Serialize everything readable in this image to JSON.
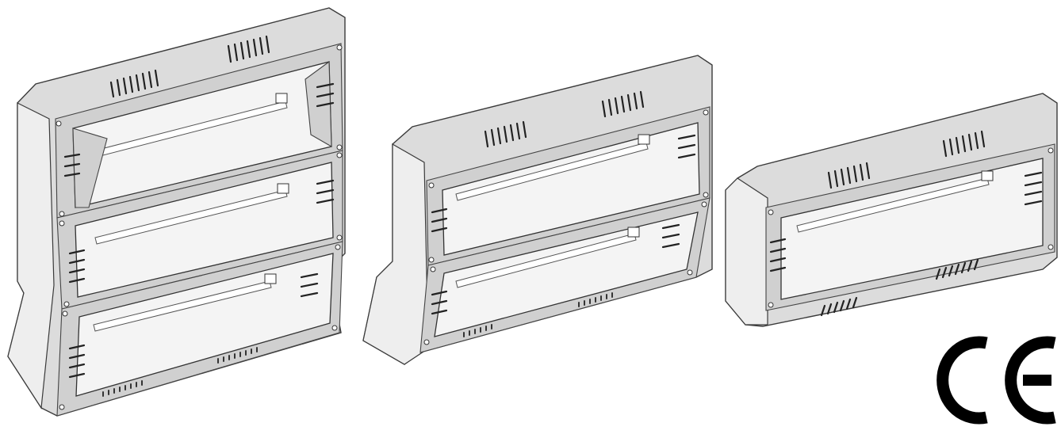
{
  "figure": {
    "heaters": [
      {
        "name": "three-tube-heater",
        "modules": 3
      },
      {
        "name": "two-tube-heater",
        "modules": 2
      },
      {
        "name": "one-tube-heater",
        "modules": 1
      }
    ],
    "certification_mark": "CE",
    "colors": {
      "outline": "#3a3a3a",
      "body": "#dcdcdc",
      "glass": "#f4f4f4",
      "mark": "#000000"
    }
  }
}
